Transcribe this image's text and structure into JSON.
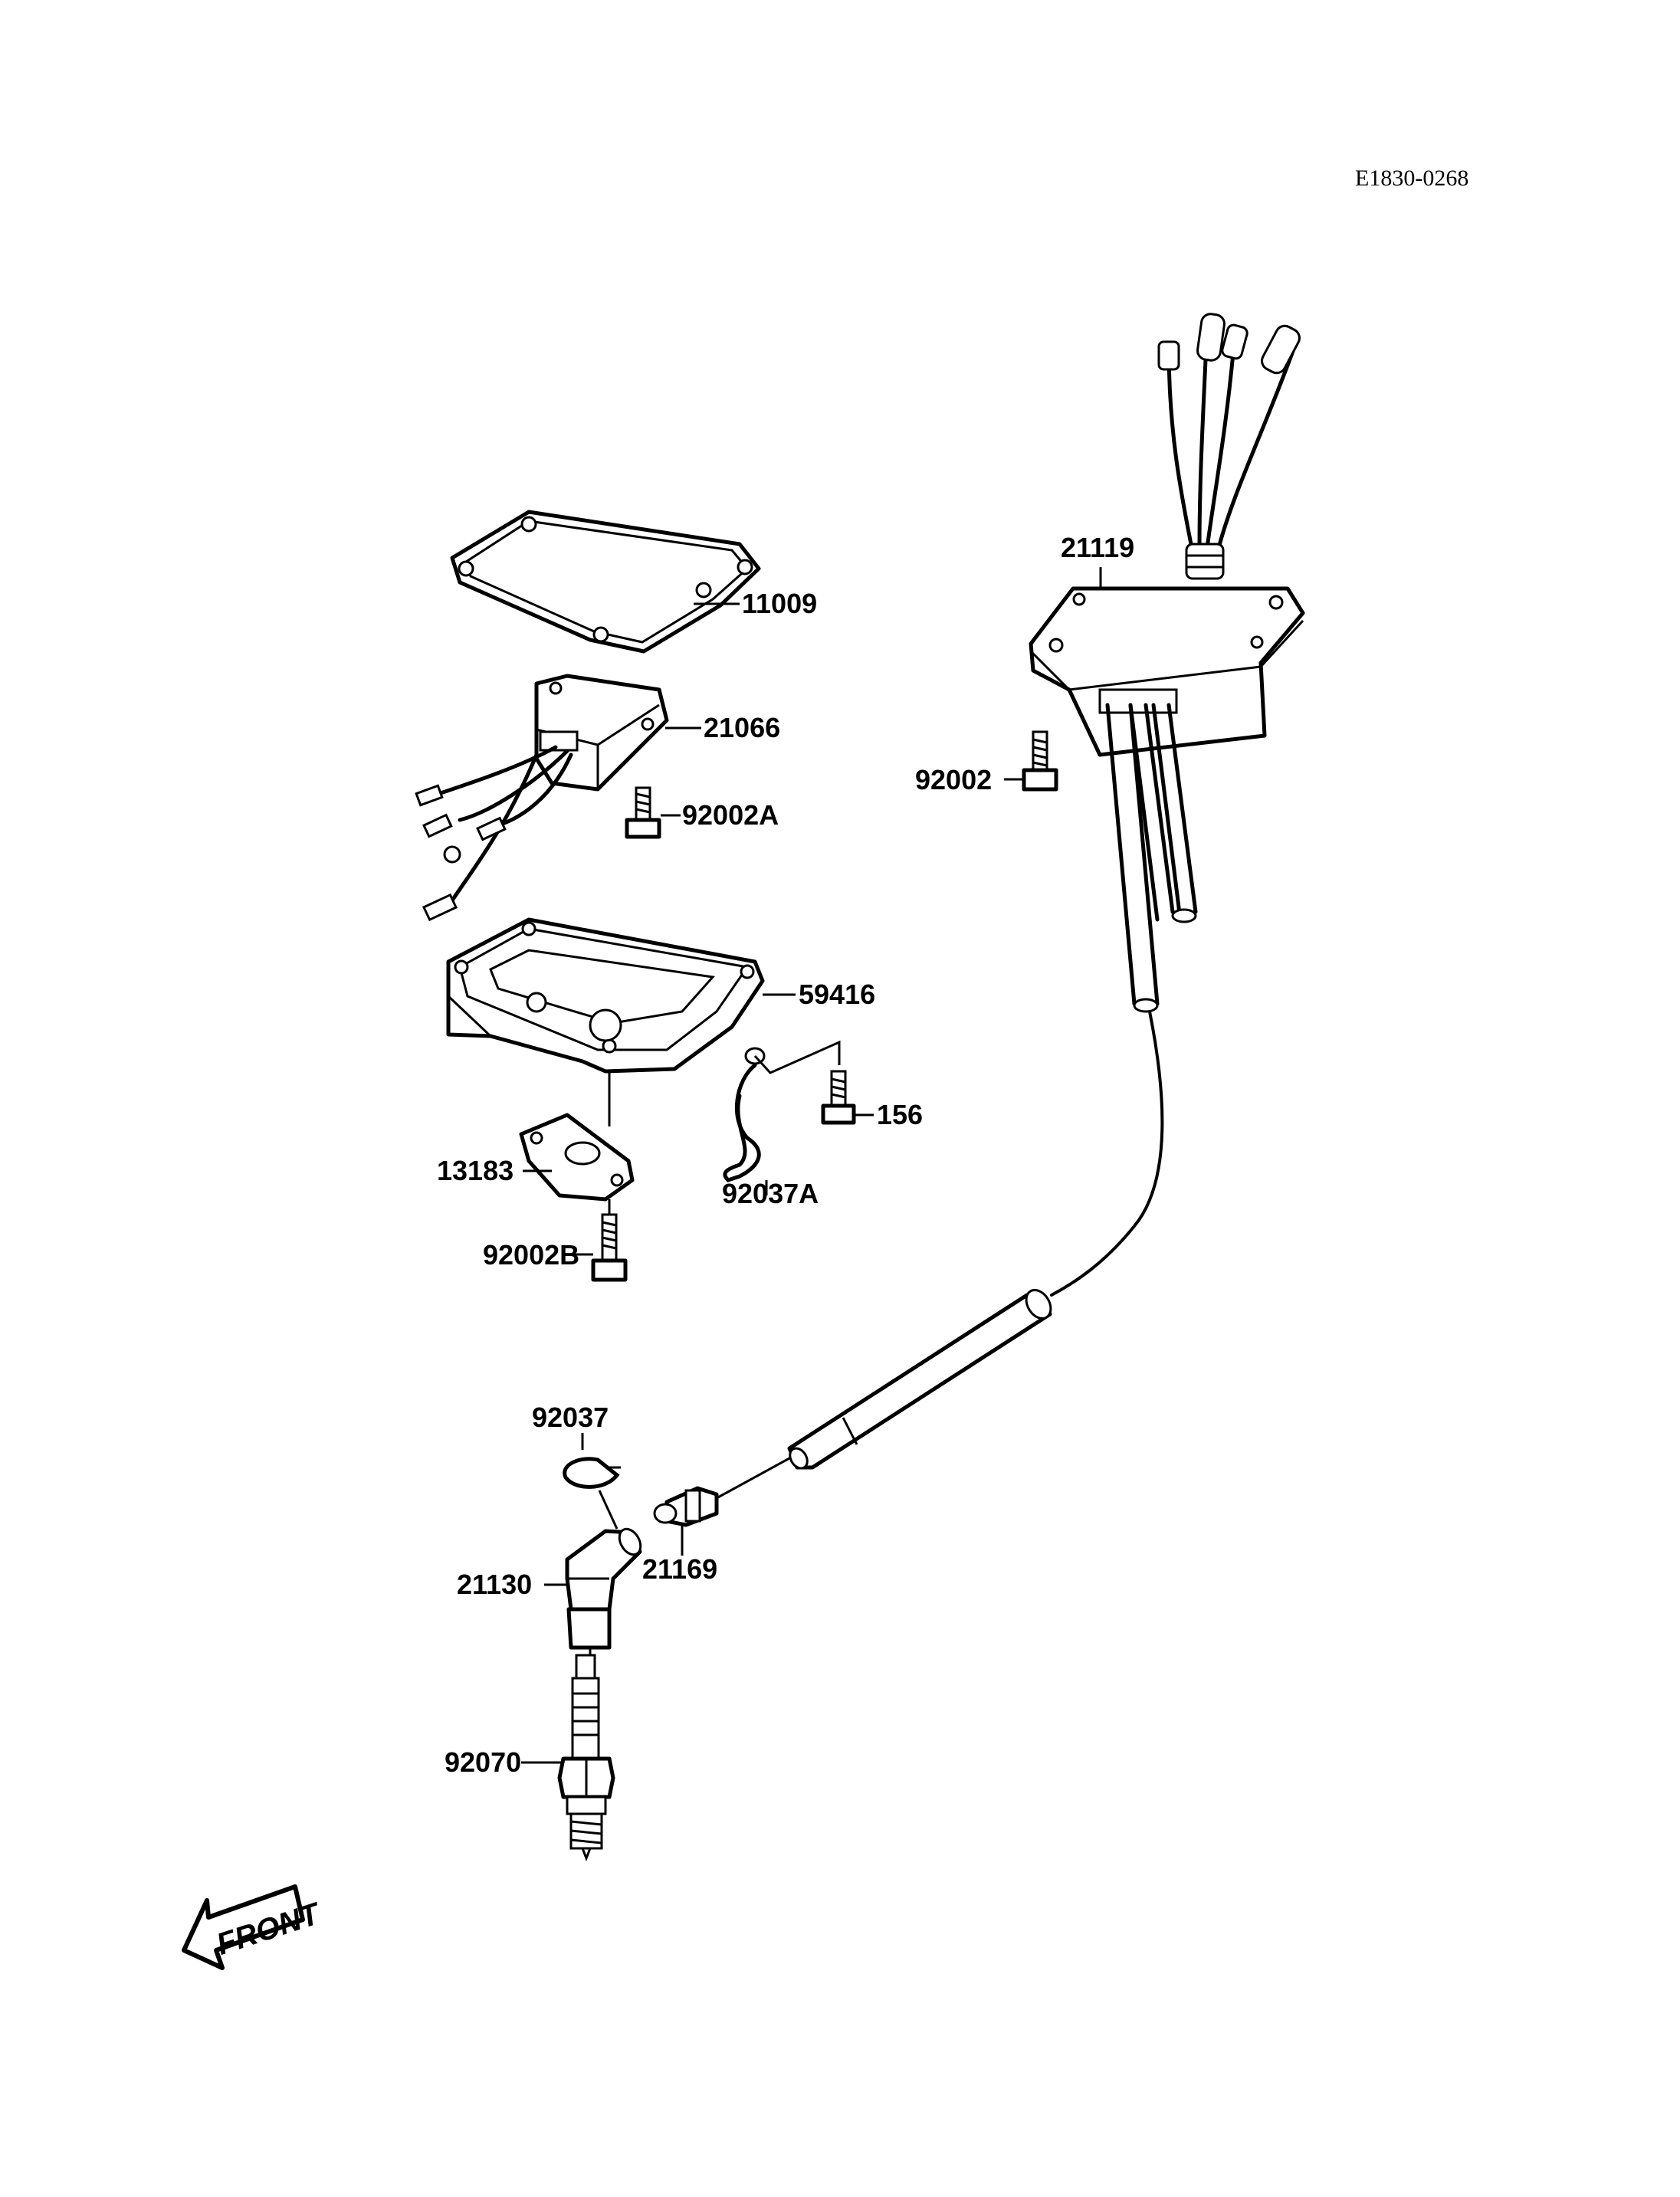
{
  "diagram": {
    "reference_code": "E1830-0268",
    "front_indicator": "FRONT",
    "parts": [
      {
        "id": "gasket",
        "number": "11009"
      },
      {
        "id": "rectifier",
        "number": "21066"
      },
      {
        "id": "bolt-rectifier",
        "number": "92002A"
      },
      {
        "id": "cdi-unit",
        "number": "21119"
      },
      {
        "id": "bolt-cdi",
        "number": "92002"
      },
      {
        "id": "case",
        "number": "59416"
      },
      {
        "id": "screw",
        "number": "156"
      },
      {
        "id": "clamp-wire",
        "number": "92037A"
      },
      {
        "id": "bracket",
        "number": "13183"
      },
      {
        "id": "bolt-bracket",
        "number": "92002B"
      },
      {
        "id": "clip",
        "number": "92037"
      },
      {
        "id": "plug-cap",
        "number": "21130"
      },
      {
        "id": "band",
        "number": "21169"
      },
      {
        "id": "spark-plug",
        "number": "92070"
      }
    ]
  }
}
